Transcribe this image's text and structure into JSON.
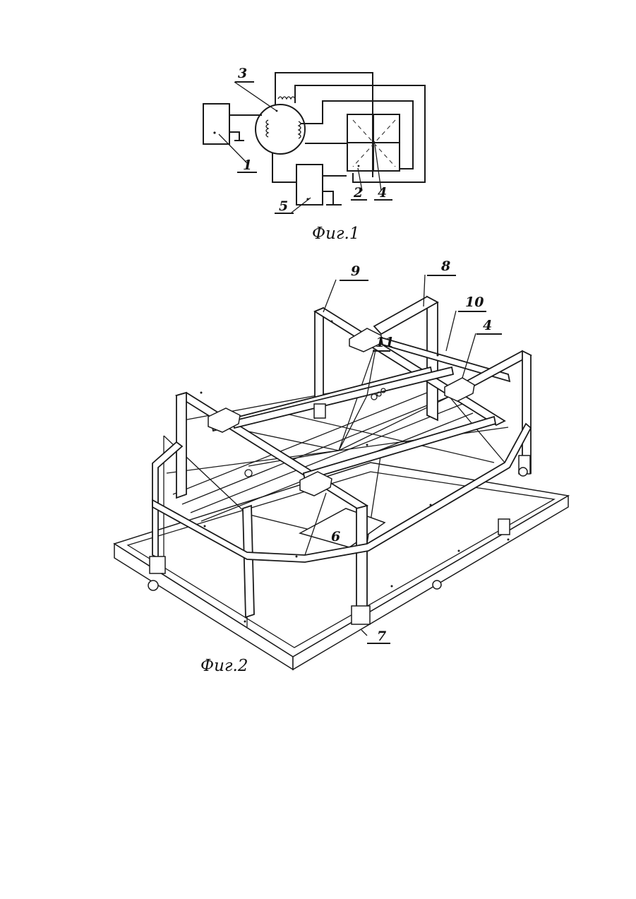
{
  "figure1": {
    "caption": "Фиг.1",
    "labels": {
      "generator": "1",
      "quadrant": "2",
      "transformer": "3",
      "electrodes": "4",
      "control_unit": "5"
    }
  },
  "figure2": {
    "caption": "Фиг.2",
    "labels": {
      "bath": "6",
      "base_frame": "7",
      "arch": "8",
      "top_beam": "9",
      "rail": "10",
      "electrode_rod": "4",
      "fastener": "11"
    }
  }
}
